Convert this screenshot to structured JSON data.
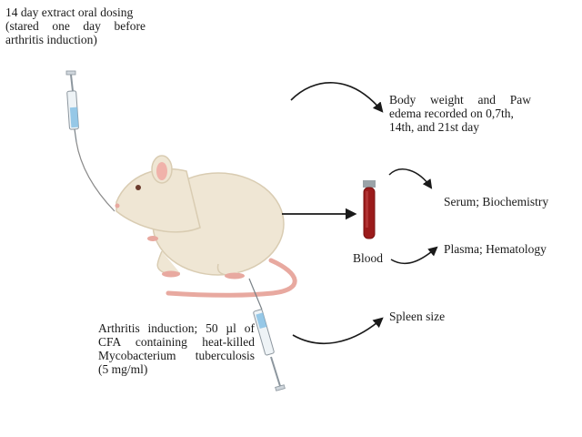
{
  "dosing_note": {
    "line1": "14 day extract oral dosing",
    "line2": "(stared one day before",
    "line3": "arthritis induction)"
  },
  "outcomes": {
    "body_weight": {
      "line1": "Body weight and Paw",
      "line2": "edema recorded on 0,7th,",
      "line3": "14th, and 21st day"
    },
    "serum": "Serum; Biochemistry",
    "plasma": "Plasma; Hematology",
    "spleen": "Spleen size"
  },
  "blood_label": "Blood",
  "induction_note": {
    "line1": "Arthritis induction; 50 µl of",
    "line2": "CFA containing heat-killed",
    "line3": "Mycobacterium tuberculosis",
    "line4": "(5 mg/ml)"
  },
  "colors": {
    "rat_body": "#efe6d4",
    "rat_outline": "#d9ccb2",
    "tail": "#e8a9a0",
    "ear_inner": "#f0b2aa",
    "blood": "#9b1b1b",
    "arrow": "#1a1a1a",
    "syringe_tip": "#5ea9d6"
  }
}
